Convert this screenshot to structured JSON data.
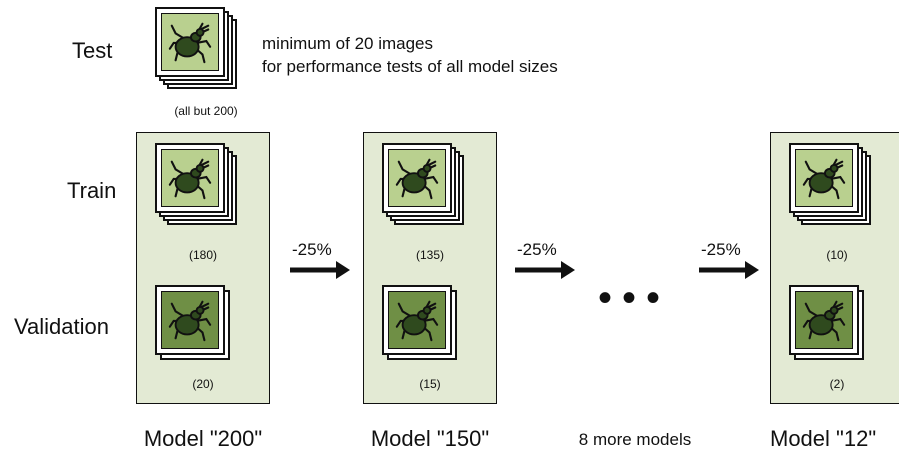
{
  "test": {
    "label": "Test",
    "note_line1": "minimum of 20 images",
    "note_line2": "for performance tests of all model sizes",
    "count": "(all but 200)"
  },
  "rows": {
    "train": "Train",
    "validation": "Validation"
  },
  "models": [
    {
      "title": "Model \"200\"",
      "train_count": "(180)",
      "val_count": "(20)"
    },
    {
      "title": "Model \"150\"",
      "train_count": "(135)",
      "val_count": "(15)"
    },
    {
      "title": "Model \"12\"",
      "train_count": "(10)",
      "val_count": "(2)"
    }
  ],
  "arrows": [
    "-25%",
    "-25%",
    "-25%"
  ],
  "more_models": "8 more models",
  "colors": {
    "panel": "#e3ead4",
    "test_tile": "#b9d08f",
    "train_tile": "#b9d08f",
    "val_tile": "#6f8f45",
    "bug": "#2f4a1e"
  },
  "icons": {
    "tile_icon": "bug-icon"
  }
}
